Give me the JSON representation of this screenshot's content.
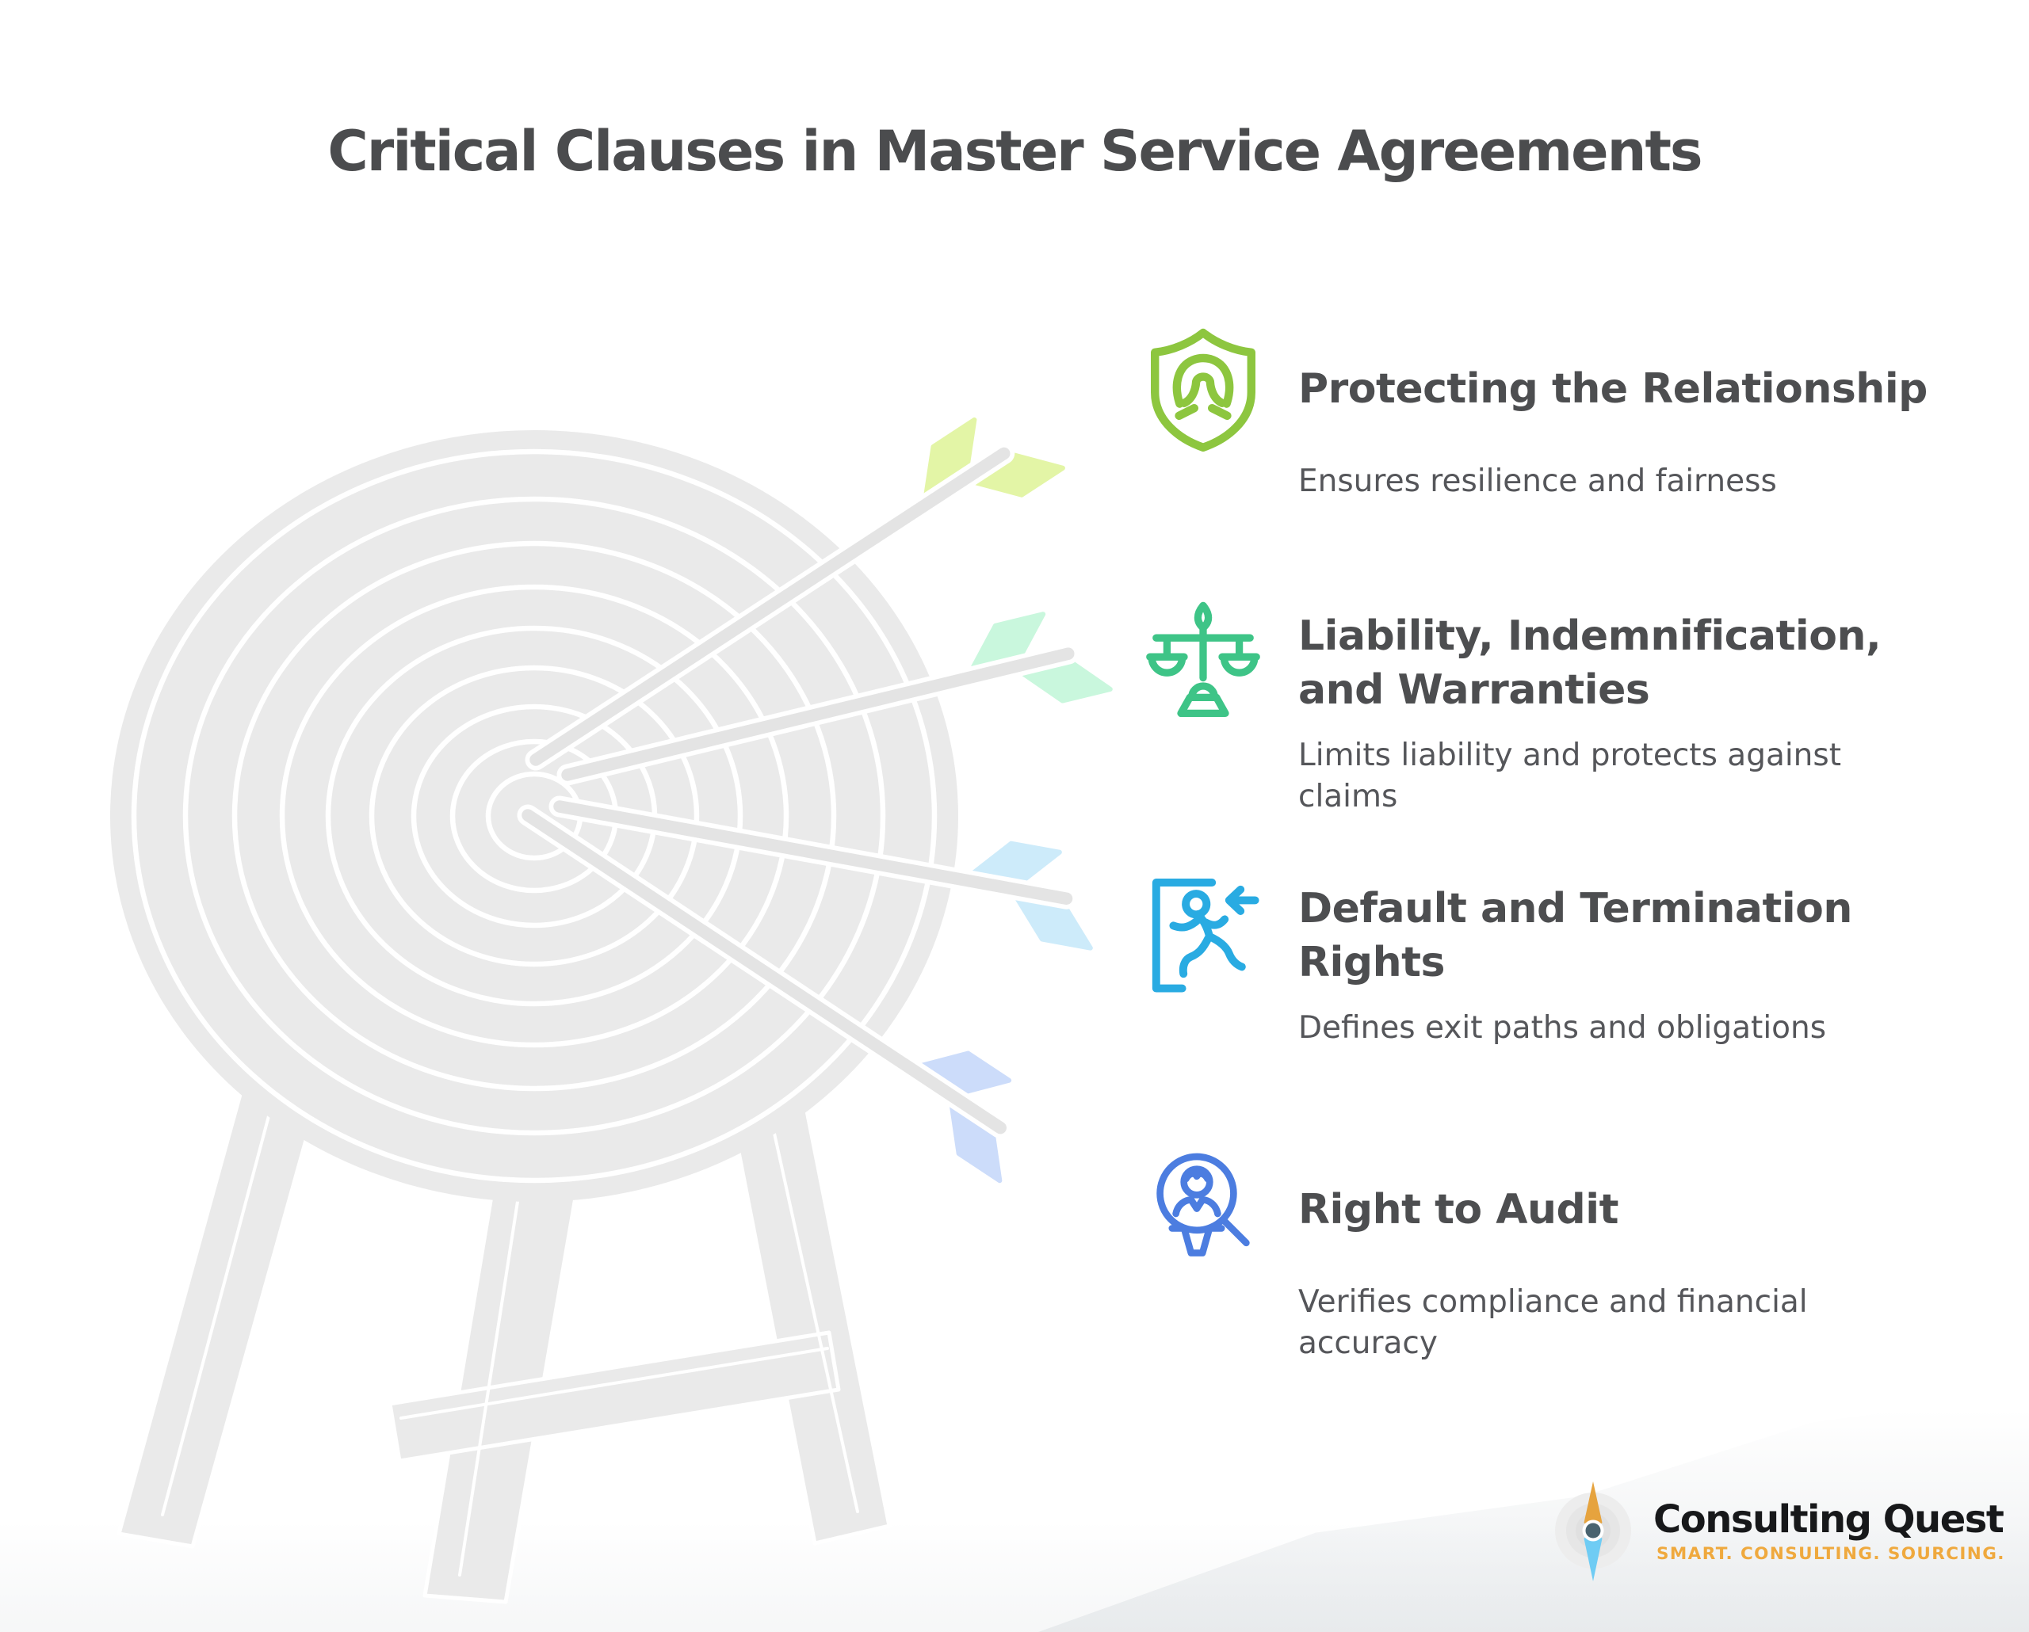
{
  "page": {
    "title": "Critical Clauses in Master Service Agreements"
  },
  "items": [
    {
      "icon": "shield-person-icon",
      "color": "#8DC63F",
      "title": "Protecting the Relationship",
      "description": "Ensures resilience and fairness"
    },
    {
      "icon": "scales-of-justice-icon",
      "color": "#3EC487",
      "title": "Liability, Indemnification,\nand Warranties",
      "description": "Limits liability and protects against\nclaims"
    },
    {
      "icon": "exit-door-icon",
      "color": "#29ABE2",
      "title": "Default and Termination\nRights",
      "description": "Defines exit paths and obligations"
    },
    {
      "icon": "audit-magnifier-icon",
      "color": "#4C7DE0",
      "title": "Right to Audit",
      "description": "Verifies compliance and financial\naccuracy"
    }
  ],
  "illustration": {
    "name": "archery-target-with-arrows",
    "target_color": "#EAEAEA",
    "arrow_shaft_color": "#E4E4E4",
    "arrow_fletching_colors": [
      "#E3F5A6",
      "#C9F7DD",
      "#CDEBFA",
      "#CCDCFA"
    ]
  },
  "logo": {
    "name": "Consulting Quest",
    "tagline": "SMART. CONSULTING. SOURCING.",
    "compass": {
      "north_color": "#E6A33E",
      "south_color": "#6FCCF4",
      "hub_color": "#4A6470",
      "ring_color": "#EDEDED"
    }
  }
}
